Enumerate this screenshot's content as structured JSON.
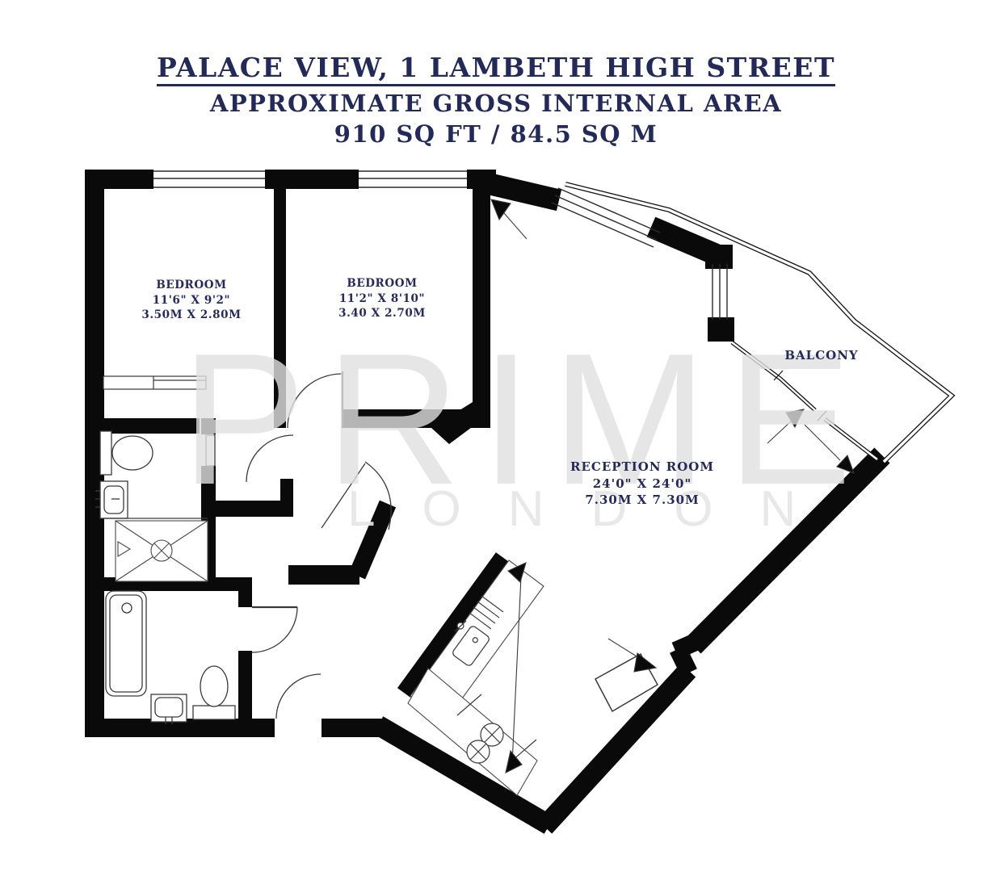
{
  "title": {
    "line1": "PALACE VIEW, 1 LAMBETH HIGH STREET",
    "line2": "APPROXIMATE GROSS INTERNAL AREA",
    "line3": "910 SQ FT / 84.5 SQ M"
  },
  "watermark": {
    "word1": "PRIME",
    "word2": "LONDON"
  },
  "rooms": {
    "bedroom1": {
      "name": "BEDROOM",
      "imperial": "11'6\" X 9'2\"",
      "metric": "3.50M X 2.80M"
    },
    "bedroom2": {
      "name": "BEDROOM",
      "imperial": "11'2\" X 8'10\"",
      "metric": "3.40 X 2.70M"
    },
    "reception": {
      "name": "RECEPTION ROOM",
      "imperial": "24'0\" X 24'0\"",
      "metric": "7.30M X 7.30M"
    },
    "balcony": {
      "name": "BALCONY"
    }
  },
  "colors": {
    "wall": "#0a0a0a",
    "label_text": "#262a58",
    "title_text": "#242a58",
    "watermark": "#e0e0e0"
  }
}
